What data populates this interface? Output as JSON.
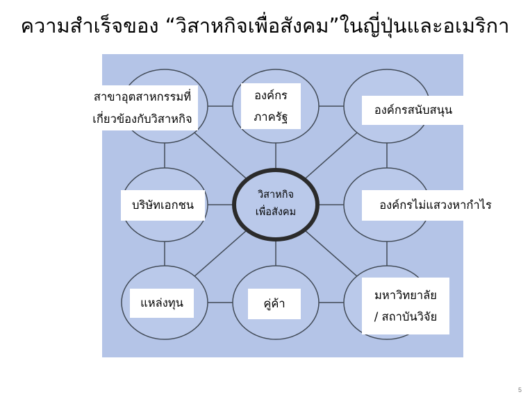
{
  "slide": {
    "title": "ความสำเร็จของ “วิสาหกิจเพื่อสังคม”ในญี่ปุ่นและอเมริกา",
    "page_number": "5"
  },
  "diagram": {
    "center": "วิสาหกิจ\nเพื่อสังคม",
    "nodes": {
      "top_left": "สาขาอุตสาหกรรมที่\nเกี่ยวข้องกับวิสาหกิจ",
      "top_center": "องค์กร\nภาครัฐ",
      "top_right": "องค์กรสนับสนุน",
      "middle_left": "บริษัทเอกชน",
      "middle_right": "องค์กรไม่แสวงหากำไร",
      "bottom_left": "แหล่งทุน",
      "bottom_center": "คู่ค้า",
      "bottom_right": "มหาวิทยาลัย\n/ สถาบันวิจัย"
    }
  },
  "colors": {
    "panel_bg": "#b4c4e7",
    "ellipse_fill": "#bac9ea",
    "line": "#414a56",
    "center_ring": "#2b2b2b"
  }
}
